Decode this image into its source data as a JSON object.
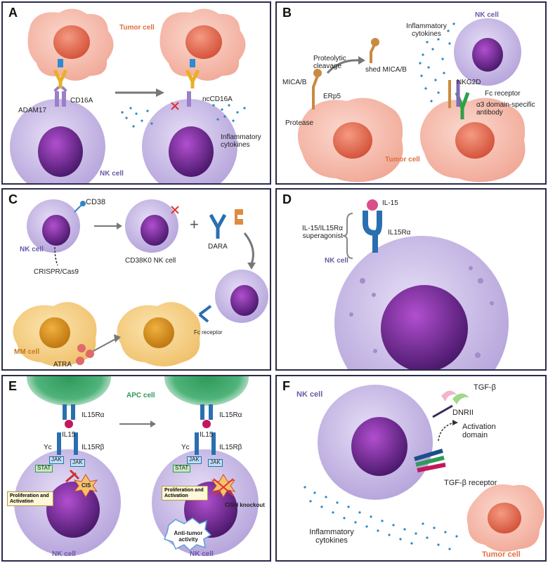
{
  "panels": {
    "A": {
      "letter": "A",
      "tumor_cell": "Tumor cell",
      "cd16a": "CD16A",
      "adam17": "ADAM17",
      "nccd16a": "ncCD16A",
      "inflammatory": "Inflammatory cytokines",
      "nk_cell": "NK cell"
    },
    "B": {
      "letter": "B",
      "nk_cell": "NK cell",
      "inflammatory": "Inflammatory cytokines",
      "proteolytic": "Proteolytic cleavage",
      "mica": "MICA/B",
      "shed": "shed MICA/B",
      "erp5": "ERp5",
      "protease": "Protease",
      "nkg2d": "NKG2D",
      "fc_receptor": "Fc receptor",
      "antibody": "α3 domain-specific antibody",
      "tumor_cell": "Tumor cell"
    },
    "C": {
      "letter": "C",
      "cd38": "CD38",
      "nk_cell": "NK cell",
      "crispr": "CRISPR/Cas9",
      "cd38ko": "CD38K0 NK cell",
      "dara": "DARA",
      "plus": "+",
      "mm_cell": "MM cell",
      "fc_receptor": "Fc receptor",
      "atra": "ATRA"
    },
    "D": {
      "letter": "D",
      "il15": "IL-15",
      "superagonist": "IL-15/IL15Rα superagonist",
      "il15ra": "IL15Rα",
      "nk_cell": "NK cell"
    },
    "E": {
      "letter": "E",
      "apc_cell": "APC cell",
      "il15ra": "IL15Rα",
      "il15": "IL15",
      "yc": "Yc",
      "il15rb": "IL15Rβ",
      "jak": "JAK",
      "stat": "STAT",
      "cis": "CIS",
      "prolif": "Proliferation and Activation",
      "cish": "CISH knockout",
      "antitumor": "Anti-tumor activity",
      "nk_cell": "NK cell"
    },
    "F": {
      "letter": "F",
      "nk_cell": "NK cell",
      "tgfb": "TGF-β",
      "dnrii": "DNRII",
      "activation": "Activation domain",
      "tgfb_receptor": "TGF-β receptor",
      "inflammatory": "Inflammatory cytokines",
      "tumor_cell": "Tumor cell"
    }
  },
  "colors": {
    "nk_cell": "#c9bde8",
    "nucleus": "#6a2a8c",
    "tumor_cell": "#f7c2b3",
    "tumor_nucleus": "#e8705a",
    "mm_cell": "#f6d48a",
    "apc_cell": "#3aa36a",
    "cytokine": "#2d86c4",
    "border": "#2b2b4a"
  }
}
